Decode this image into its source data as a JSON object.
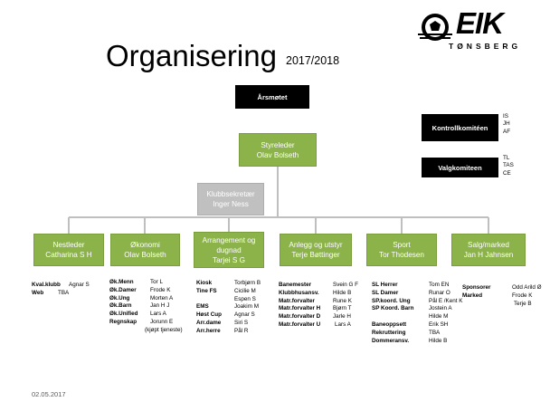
{
  "title": "Organisering",
  "season": "2017/2018",
  "logo": {
    "name": "EIK",
    "town": "TØNSBERG"
  },
  "top_box": "Årsmøtet",
  "side_boxes": [
    {
      "label": "Kontrollkomitéen",
      "members": [
        "IS",
        "JH",
        "AF"
      ]
    },
    {
      "label": "Valgkomiteen",
      "members": [
        "TL",
        "TAS",
        "CE"
      ]
    }
  ],
  "chair": {
    "role": "Styreleder",
    "name": "Olav Bolseth"
  },
  "secretary": {
    "role": "Klubbsekretær",
    "name": "Inger Ness"
  },
  "departments": [
    {
      "role": "Nestleder",
      "name": "Catharina S H",
      "rows": [
        [
          "Kval.klubb",
          "Agnar S"
        ],
        [
          "Web",
          "TBA"
        ]
      ]
    },
    {
      "role": "Økonomi",
      "name": "Olav Bolseth",
      "rows": [
        [
          "Øk.Menn",
          "Tor L"
        ],
        [
          "Øk.Damer",
          "Frode K"
        ],
        [
          "Øk.Ung",
          "Morten A"
        ],
        [
          "Øk.Barn",
          "Jan H J"
        ],
        [
          "Øk.Unified",
          "Lars A"
        ],
        [
          "Regnskap",
          "Jorunn E"
        ],
        [
          "",
          "(kjøpt tjeneste)"
        ]
      ]
    },
    {
      "role": "Arrangement og dugnad",
      "name": "Tarjei S G",
      "rows": [
        [
          "Kiosk",
          "Torbjørn B"
        ],
        [
          "Tine FS",
          "Cicilie M"
        ],
        [
          "",
          "Espen S"
        ],
        [
          "EMS",
          "Joakim M"
        ],
        [
          "Høst Cup",
          "Agnar S"
        ],
        [
          "Arr.dame",
          "Siri S"
        ],
        [
          "Arr.herre",
          "Pål R"
        ]
      ]
    },
    {
      "role": "Anlegg og utstyr",
      "name": "Terje Bøttinger",
      "rows": [
        [
          "Banemester",
          "Svein G F"
        ],
        [
          "Klubbhusansv.",
          "Hilde B"
        ],
        [
          "Matr.forvalter",
          "Rune K"
        ],
        [
          "Matr.forvalter H",
          "Bjørn T"
        ],
        [
          "Matr.forvalter D",
          "Jarle H"
        ],
        [
          "Matr.forvalter U",
          "Lars A"
        ]
      ]
    },
    {
      "role": "Sport",
      "name": "Tor Thodesen",
      "rows": [
        [
          "SL Herrer",
          "Tom EN"
        ],
        [
          "SL Damer",
          "Runar O"
        ],
        [
          "SP.koord. Ung",
          "Pål E /Kent K"
        ],
        [
          "SP Koord. Barn",
          "Jostein A"
        ],
        [
          "",
          "Hilde M"
        ],
        [
          "Baneoppsett",
          "Erik SH"
        ],
        [
          "Rekruttering",
          "TBA"
        ],
        [
          "Dommeransv.",
          "Hilde B"
        ]
      ]
    },
    {
      "role": "Salg/marked",
      "name": "Jan H Jahnsen",
      "rows": [
        [
          "Sponsorer",
          "Odd Arild Ø"
        ],
        [
          "Marked",
          "Frode K"
        ],
        [
          "",
          "Terje B"
        ]
      ]
    }
  ],
  "date": "02.05.2017",
  "colors": {
    "green": "#8cb24a",
    "gray": "#c0c0c0",
    "black": "#000000",
    "line": "#bfbfbf"
  }
}
